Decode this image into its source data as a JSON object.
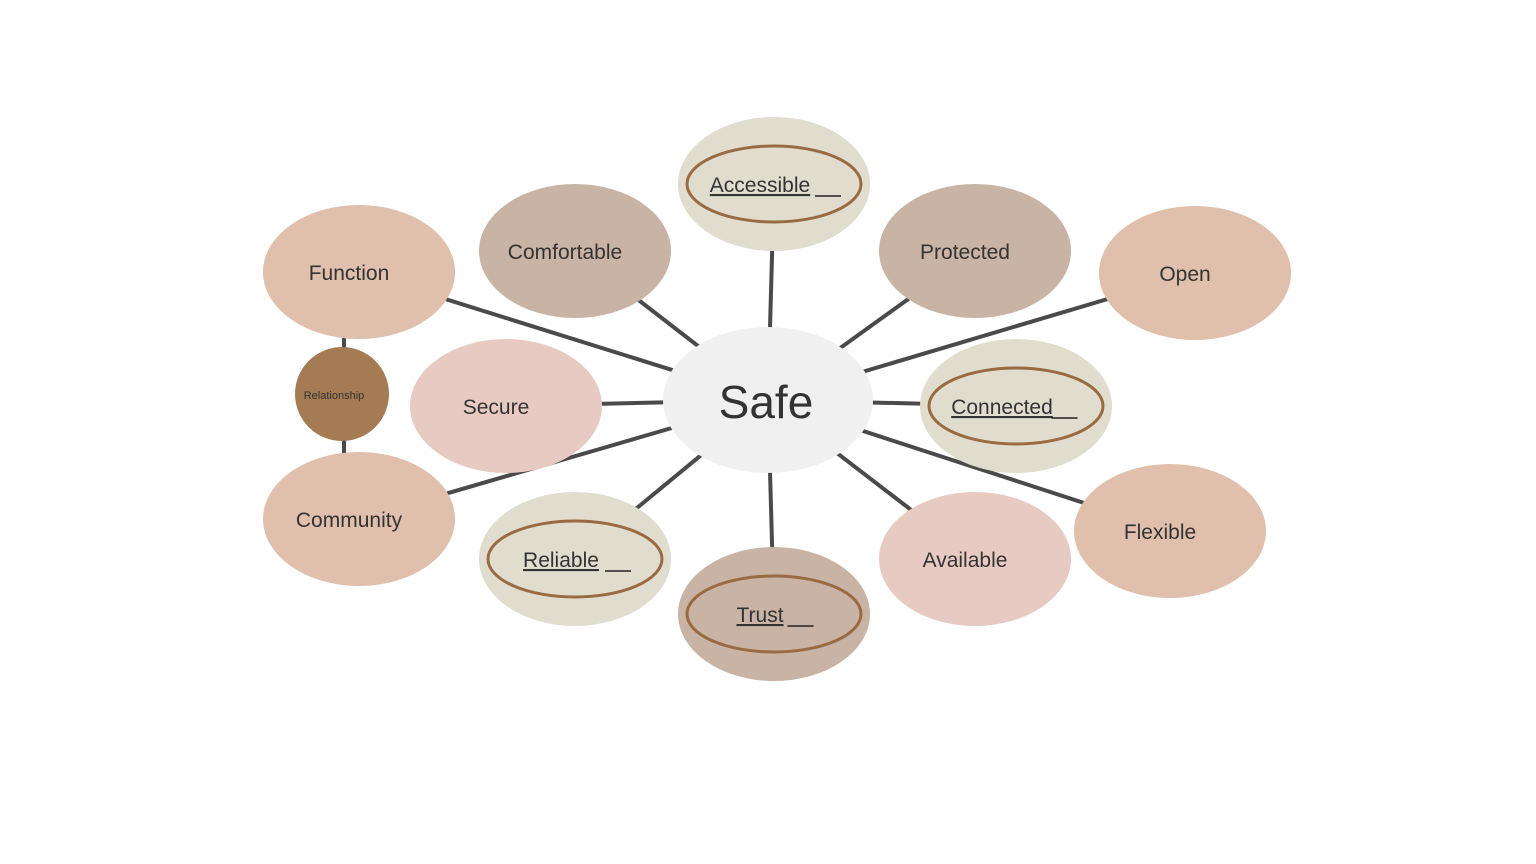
{
  "center": {
    "label": "Safe",
    "color": "#f0f0f0"
  },
  "nodes": [
    {
      "id": "accessible",
      "label": "Accessible",
      "color": "#e0ddce",
      "ringed": true
    },
    {
      "id": "comfortable",
      "label": "Comfortable",
      "color": "#c8b3a4",
      "ringed": false
    },
    {
      "id": "protected",
      "label": "Protected",
      "color": "#c8b3a4",
      "ringed": false
    },
    {
      "id": "function",
      "label": "Function",
      "color": "#e0bfac",
      "ringed": false
    },
    {
      "id": "open",
      "label": "Open",
      "color": "#e0bfac",
      "ringed": false
    },
    {
      "id": "secure",
      "label": "Secure",
      "color": "#e7cbc2",
      "ringed": false
    },
    {
      "id": "connected",
      "label": "Connected",
      "color": "#e0ddce",
      "ringed": true
    },
    {
      "id": "community",
      "label": "Community",
      "color": "#e0bfac",
      "ringed": false
    },
    {
      "id": "reliable",
      "label": "Reliable",
      "color": "#e0ddce",
      "ringed": true
    },
    {
      "id": "trust",
      "label": "Trust",
      "color": "#c8b3a4",
      "ringed": true
    },
    {
      "id": "available",
      "label": "Available",
      "color": "#e7cbc2",
      "ringed": false
    },
    {
      "id": "flexible",
      "label": "Flexible",
      "color": "#e0bfac",
      "ringed": false
    }
  ],
  "relationship": {
    "label": "Relationship",
    "color": "#a47b53"
  },
  "colors": {
    "line": "#4a4a4a",
    "ring": "#9a6a42",
    "text": "#333333"
  }
}
